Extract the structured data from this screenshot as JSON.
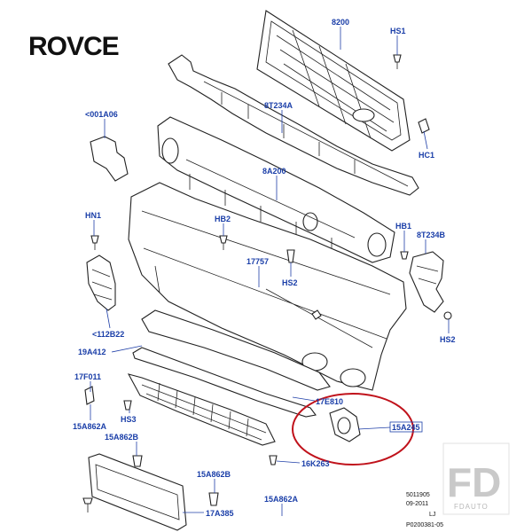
{
  "brand": {
    "logo_text": "ROVCE"
  },
  "watermark": {
    "letters": "FD",
    "sub": "FDAUTO"
  },
  "highlight_color": "#c0121b",
  "label_color": "#1a3ea8",
  "labels": [
    {
      "id": "8200",
      "text": "8200"
    },
    {
      "id": "HS1",
      "text": "HS1"
    },
    {
      "id": "001A06",
      "text": "<001A06"
    },
    {
      "id": "8T234A",
      "text": "8T234A"
    },
    {
      "id": "HC1",
      "text": "HC1"
    },
    {
      "id": "8A200",
      "text": "8A200"
    },
    {
      "id": "HN1",
      "text": "HN1"
    },
    {
      "id": "HB2",
      "text": "HB2"
    },
    {
      "id": "HB1",
      "text": "HB1"
    },
    {
      "id": "8T234B",
      "text": "8T234B"
    },
    {
      "id": "17757",
      "text": "17757"
    },
    {
      "id": "HS2a",
      "text": "HS2"
    },
    {
      "id": "112B22",
      "text": "<112B22"
    },
    {
      "id": "HS2b",
      "text": "HS2"
    },
    {
      "id": "19A412",
      "text": "19A412"
    },
    {
      "id": "17F011",
      "text": "17F011"
    },
    {
      "id": "17E810",
      "text": "17E810"
    },
    {
      "id": "15A862A",
      "text": "15A862A"
    },
    {
      "id": "HS3",
      "text": "HS3"
    },
    {
      "id": "15A245",
      "text": "15A245"
    },
    {
      "id": "15A862B_1",
      "text": "15A862B"
    },
    {
      "id": "16K263",
      "text": "16K263"
    },
    {
      "id": "15A862B_2",
      "text": "15A862B"
    },
    {
      "id": "17A385",
      "text": "17A385"
    },
    {
      "id": "15A862A_2",
      "text": "15A862A"
    }
  ],
  "footer": {
    "ref1": "5011905",
    "ref2": "09-2011",
    "ref3": "LJ",
    "ref4": "P0200381-05"
  }
}
